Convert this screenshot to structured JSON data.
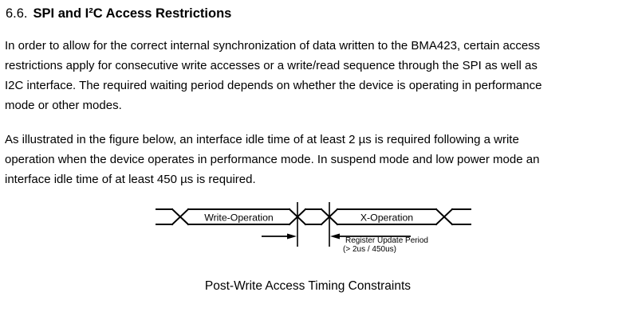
{
  "page": {
    "heading": {
      "number": "6.6.",
      "title": "SPI and I²C Access Restrictions"
    },
    "paragraphs": [
      {
        "lines": [
          "In order to allow for the correct internal synchronization of data written to the BMA423, certain access",
          "restrictions apply for consecutive write accesses or a write/read sequence through the SPI as well as",
          "I2C interface. The required waiting period depends on whether the device is operating in performance",
          "mode or other modes."
        ]
      },
      {
        "lines": [
          "As illustrated in the figure below, an interface idle time of at least 2 µs is required following a write",
          "operation when the device operates in performance mode. In suspend mode and low power mode an",
          "interface idle time of at least 450 µs is required."
        ]
      }
    ],
    "figure": {
      "bus_segment_labels": [
        "Write-Operation",
        "X-Operation"
      ],
      "annotation_line1": "Register Update Period",
      "annotation_line2": "(> 2us / 450us)",
      "caption": "Post-Write Access Timing Constraints"
    }
  },
  "colors": {
    "text": "#000000",
    "line": "#000000",
    "background": "#ffffff"
  }
}
